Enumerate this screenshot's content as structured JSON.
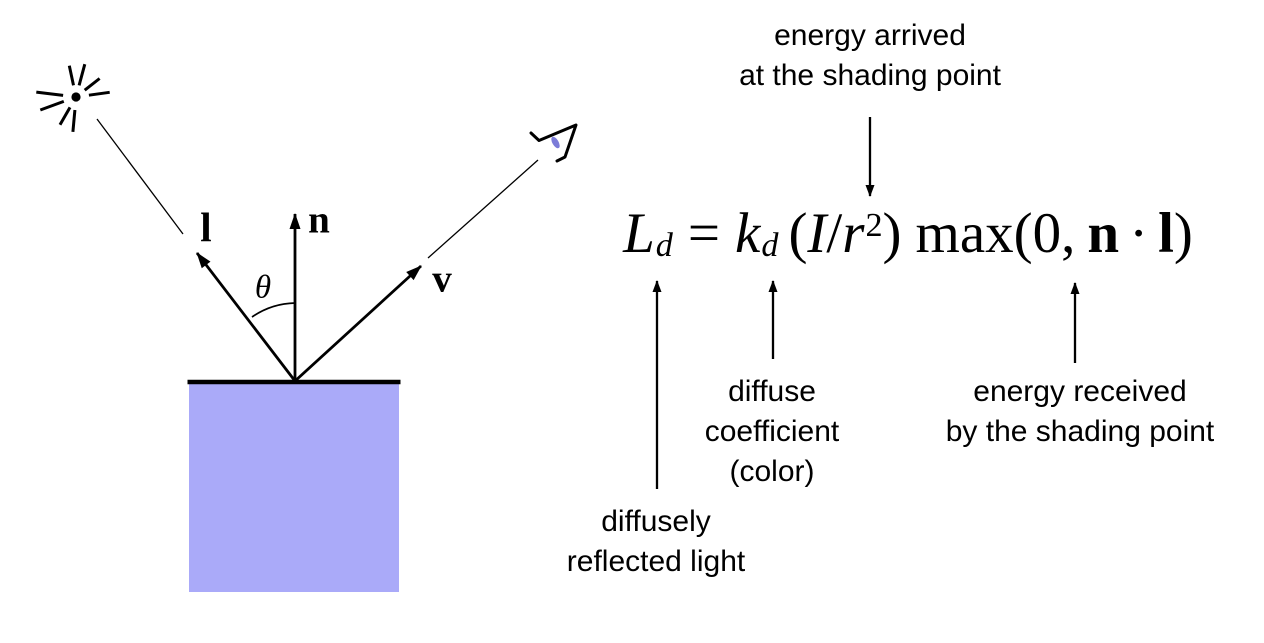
{
  "slide": {
    "background": "#ffffff",
    "ink": "#000000"
  },
  "diagram": {
    "surface_color": "#aaaaf9",
    "pupil_color": "#7b7bd8",
    "labels": {
      "light": "l",
      "normal": "n",
      "view": "v",
      "angle": "θ"
    }
  },
  "formula": {
    "L": "L",
    "L_sub": "d",
    "equals": "=",
    "k": "k",
    "k_sub": "d",
    "paren_open": "(",
    "I": "I",
    "slash": "/",
    "r": "r",
    "r_sup": "2",
    "paren_close": ")",
    "max_open": "max(0,",
    "n": "n",
    "dot": "·",
    "l": "l",
    "paren_close2": ")"
  },
  "annotations": {
    "energy_arrived": {
      "line1": "energy arrived",
      "line2": "at the shading point"
    },
    "diffuse_coefficient": {
      "line1": "diffuse",
      "line2": "coefficient",
      "line3": "(color)"
    },
    "energy_received": {
      "line1": "energy received",
      "line2": "by the shading point"
    },
    "diffusely_reflected": {
      "line1": "diffusely",
      "line2": "reflected light"
    }
  }
}
